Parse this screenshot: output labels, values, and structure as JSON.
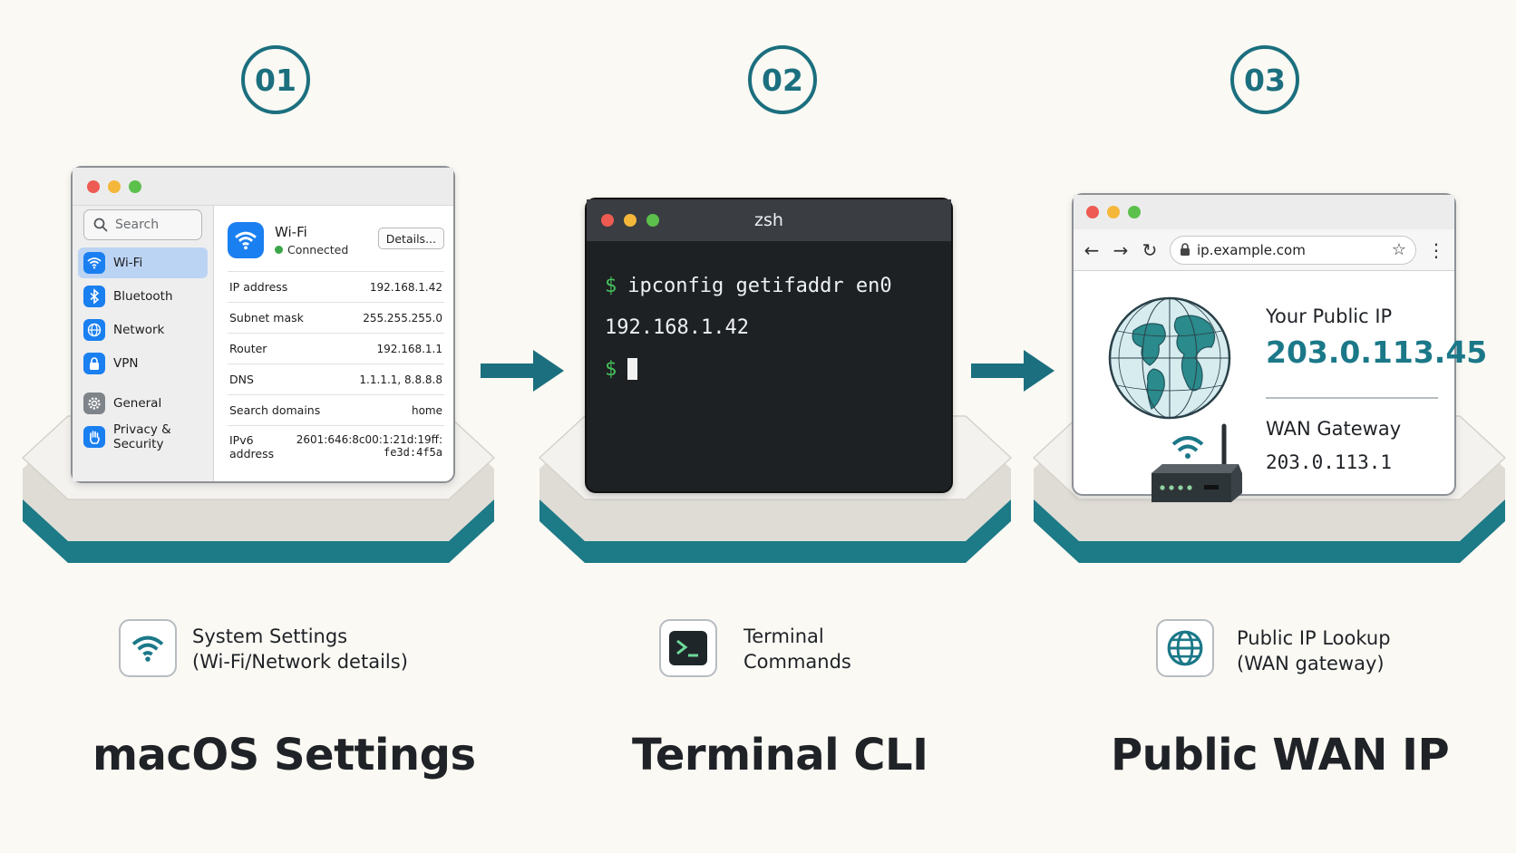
{
  "steps": [
    {
      "number": "01",
      "title": "macOS Settings",
      "caption_line1": "System Settings",
      "caption_line2": "(Wi-Fi/Network details)",
      "caption_icon": "wifi-icon"
    },
    {
      "number": "02",
      "title": "Terminal CLI",
      "caption_line1": "Terminal",
      "caption_line2": "Commands",
      "caption_icon": "terminal-icon"
    },
    {
      "number": "03",
      "title": "Public WAN IP",
      "caption_line1": "Public IP Lookup",
      "caption_line2": "(WAN gateway)",
      "caption_icon": "globe-icon"
    }
  ],
  "mac": {
    "search_placeholder": "Search",
    "sidebar": [
      {
        "label": "Wi-Fi",
        "icon": "wifi-icon",
        "active": true
      },
      {
        "label": "Bluetooth",
        "icon": "bluetooth-icon"
      },
      {
        "label": "Network",
        "icon": "globe-icon"
      },
      {
        "label": "VPN",
        "icon": "lock-icon"
      },
      {
        "label": "General",
        "icon": "gear-icon"
      },
      {
        "label": "Privacy & Security",
        "icon": "hand-icon"
      }
    ],
    "wifi_title": "Wi-Fi",
    "wifi_status": "Connected",
    "details_button": "Details...",
    "rows": [
      {
        "label": "IP address",
        "value": "192.168.1.42"
      },
      {
        "label": "Subnet mask",
        "value": "255.255.255.0"
      },
      {
        "label": "Router",
        "value": "192.168.1.1"
      },
      {
        "label": "DNS",
        "value": "1.1.1.1, 8.8.8.8"
      },
      {
        "label": "Search domains",
        "value": "home"
      },
      {
        "label": "IPv6 address",
        "value": "2601:646:8c00:1:21d:19ff:",
        "value2": "fe3d:4f5a"
      }
    ]
  },
  "terminal": {
    "title": "zsh",
    "prompt": "$",
    "command": "ipconfig getifaddr en0",
    "output": "192.168.1.42"
  },
  "browser": {
    "url": "ip.example.com",
    "public_ip_label": "Your Public IP",
    "public_ip": "203.0.113.45",
    "wan_label": "WAN Gateway",
    "wan_ip": "203.0.113.1"
  },
  "colors": {
    "accent": "#1b6f7e",
    "platform_teal": "#1d7a87",
    "platform_top": "#f3f2ee",
    "mac_blue": "#1a7ff0",
    "terminal_bg": "#1e2124",
    "prompt_green": "#45c05c"
  }
}
